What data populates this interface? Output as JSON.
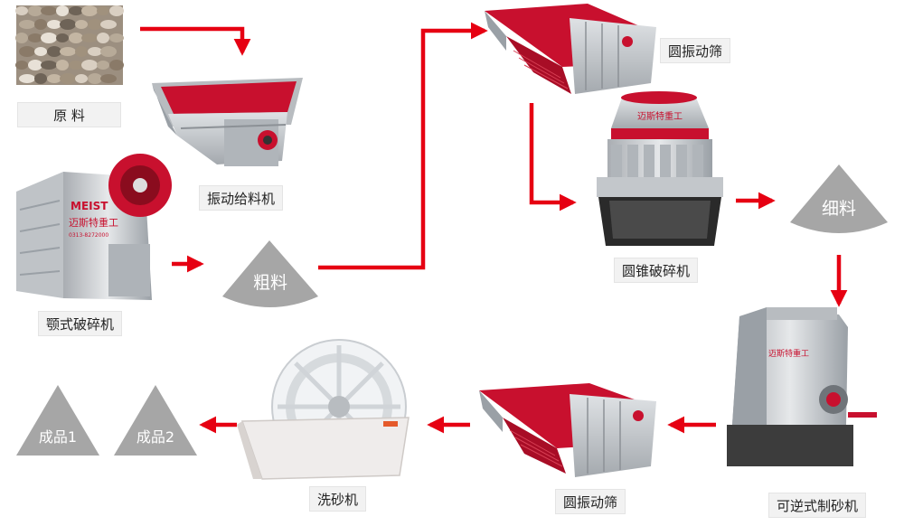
{
  "nodes": {
    "raw_material": "原 料",
    "vibrating_feeder": "振动给料机",
    "jaw_crusher": "颚式破碎机",
    "coarse_material": "粗料",
    "vibrating_screen_top": "圆振动筛",
    "cone_crusher": "圆锥破碎机",
    "fine_material": "细料",
    "reversible_sand_maker": "可逆式制砂机",
    "vibrating_screen_bottom": "圆振动筛",
    "sand_washer": "洗砂机",
    "product_1": "成品1",
    "product_2": "成品2"
  },
  "branding": {
    "jaw_crusher_logo": "MEIST",
    "jaw_crusher_chinese": "迈斯特重工",
    "jaw_crusher_phone": "0313-8272000",
    "cone_crusher_chinese": "迈斯特重工",
    "sand_maker_chinese": "迈斯特重工"
  },
  "colors": {
    "arrow": "#e60012",
    "pile": "#a6a6a6",
    "machine_red": "#c8102e",
    "machine_gray": "#c9cccf"
  }
}
